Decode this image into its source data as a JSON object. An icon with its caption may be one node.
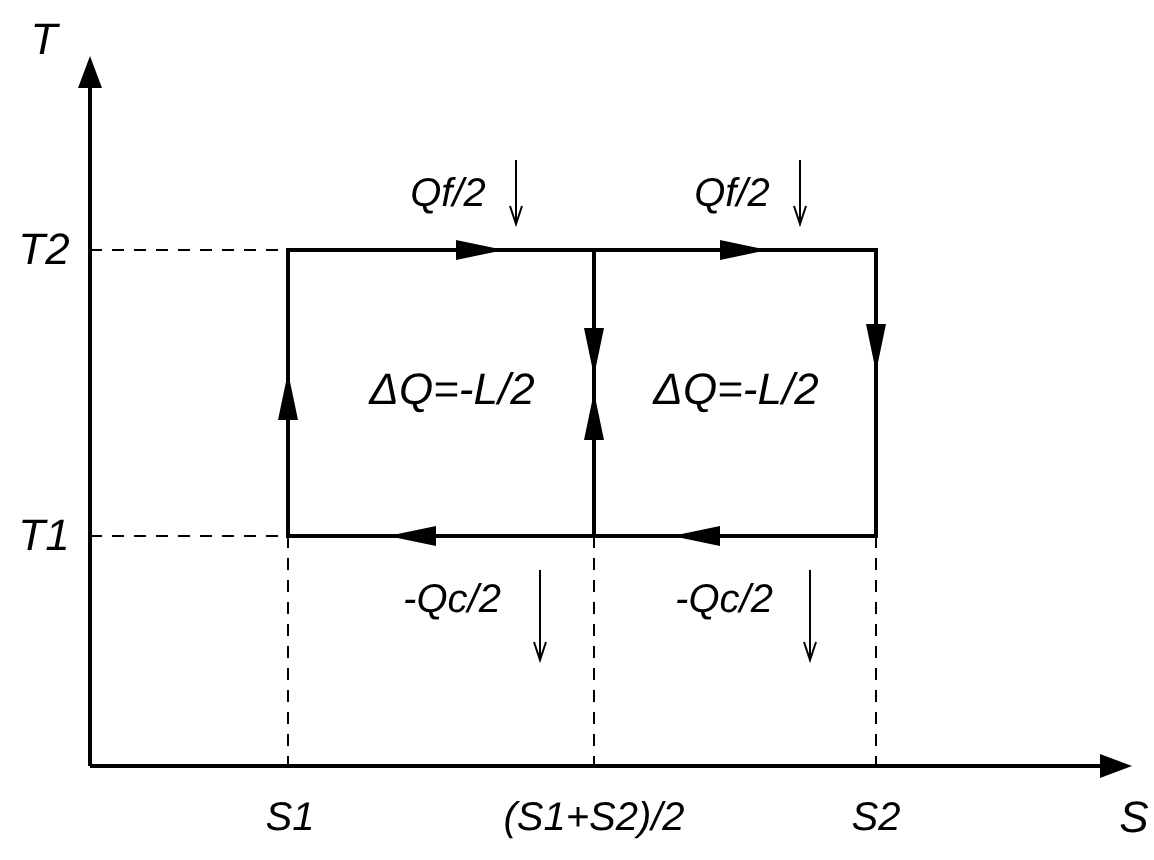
{
  "diagram": {
    "labels": [
      "T",
      "Qf/2",
      "Qf/2",
      "T2",
      "ΔQ=-L/2",
      "ΔQ=-L/2",
      "T1",
      "-Qc/2",
      "-Qc/2",
      "S1",
      "(S1+S2)/2",
      "S2",
      "S"
    ]
  }
}
